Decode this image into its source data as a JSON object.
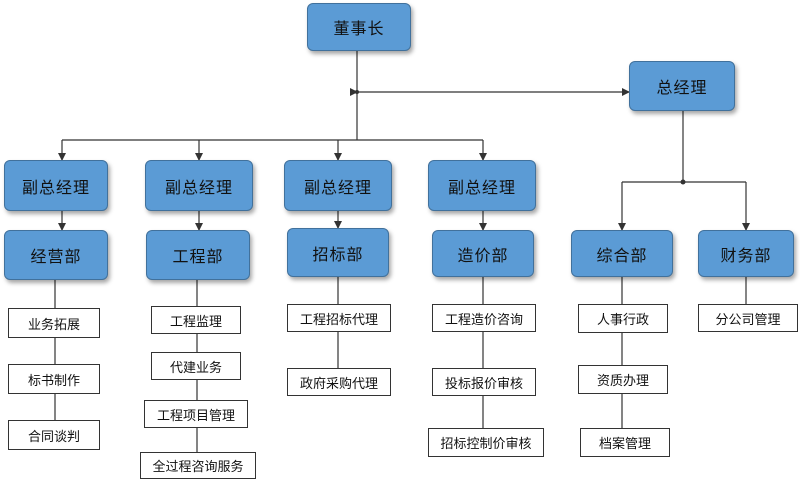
{
  "colors": {
    "box_fill": "#5b9bd5",
    "box_border": "#41719c",
    "line": "#333333"
  },
  "chairman": "董事长",
  "general_manager": "总经理",
  "vice_gm_label": "副总经理",
  "departments": [
    {
      "name": "经营部",
      "items": [
        "业务拓展",
        "标书制作",
        "合同谈判"
      ]
    },
    {
      "name": "工程部",
      "items": [
        "工程监理",
        "代建业务",
        "工程项目管理",
        "全过程咨询服务"
      ]
    },
    {
      "name": "招标部",
      "items": [
        "工程招标代理",
        "政府采购代理"
      ]
    },
    {
      "name": "造价部",
      "items": [
        "工程造价咨询",
        "投标报价审核",
        "招标控制价审核"
      ]
    },
    {
      "name": "综合部",
      "items": [
        "人事行政",
        "资质办理",
        "档案管理"
      ]
    },
    {
      "name": "财务部",
      "items": [
        "分公司管理"
      ]
    }
  ]
}
